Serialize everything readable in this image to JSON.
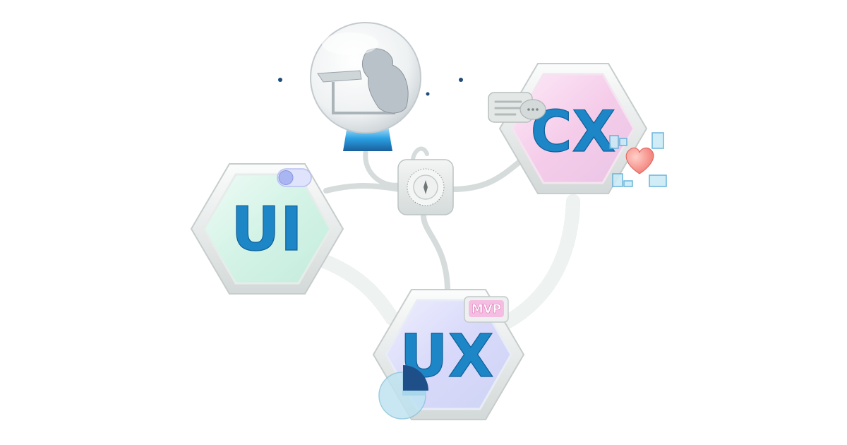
{
  "nodes": {
    "ui": {
      "label": "UI"
    },
    "ux": {
      "label": "UX"
    },
    "cx": {
      "label": "CX"
    }
  },
  "badge": {
    "label": "MVP"
  },
  "colors": {
    "label_blue": "#1d86c6",
    "ui_tint": "#d9f5ea",
    "ux_tint": "#dcdcfb",
    "cx_tint": "#f7d3ee",
    "tube": "#dfe6e4",
    "heart": "#f3807a",
    "mvp_pink": "#f6bde2"
  },
  "icons": [
    "thinker-globe-icon",
    "dial-knob-icon",
    "chat-bubble-icon",
    "heart-icon",
    "toggle-icon",
    "pie-chart-icon"
  ]
}
